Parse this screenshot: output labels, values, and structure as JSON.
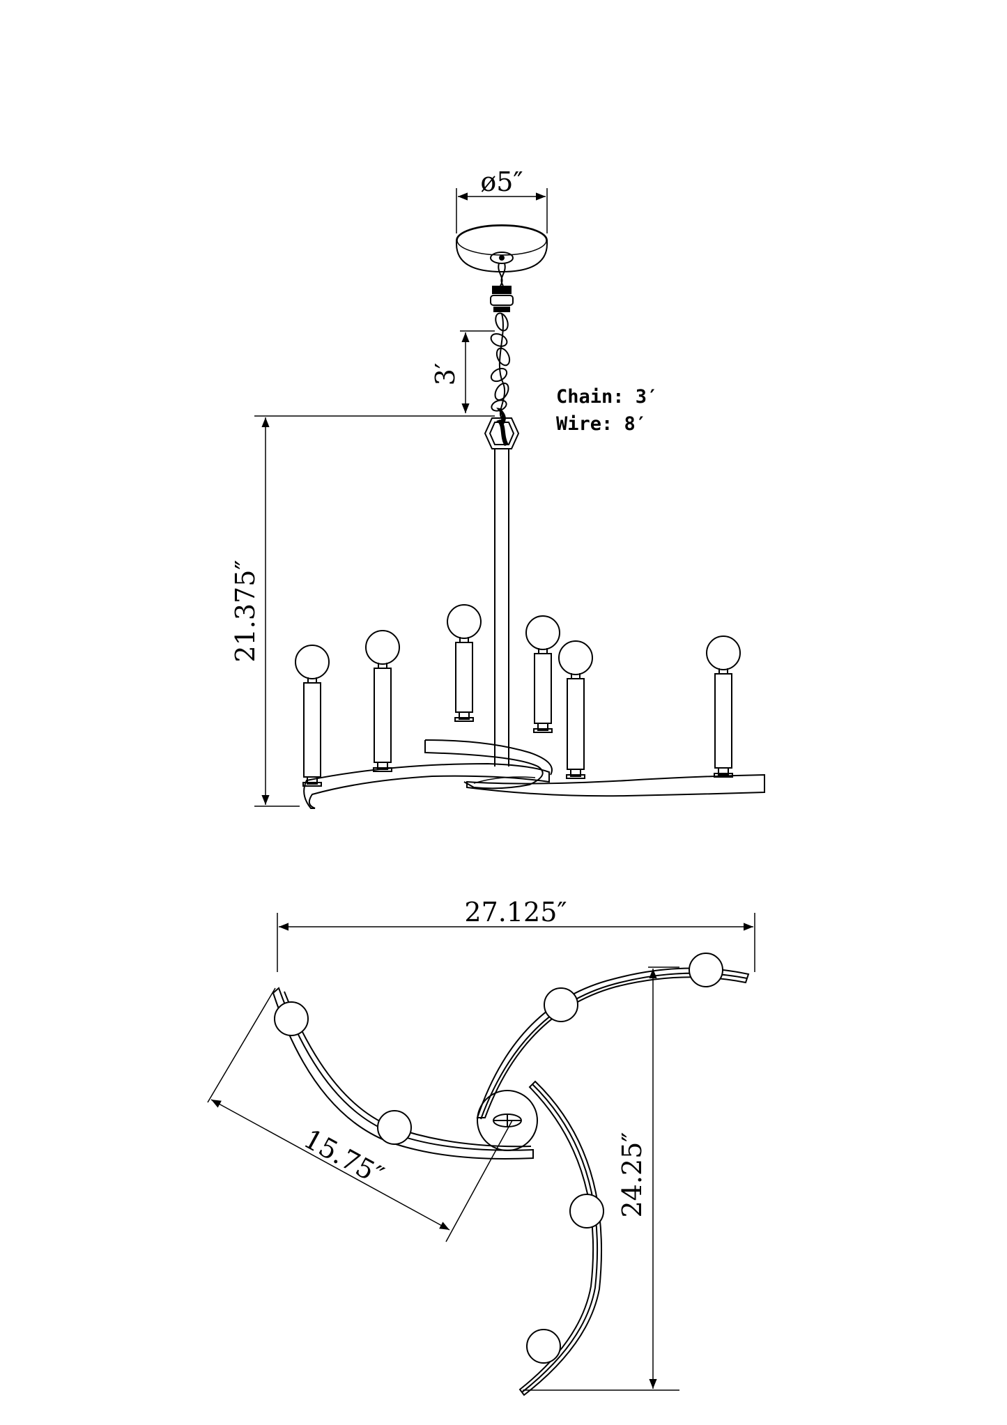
{
  "dimensions": {
    "canopy_diameter": "ø5″",
    "chain_length": "3′",
    "fixture_height": "21.375″",
    "overall_width": "27.125″",
    "overall_depth": "24.25″",
    "arm_length": "15.75″"
  },
  "notes": {
    "chain": "Chain: 3′",
    "wire": "Wire: 8′"
  },
  "colors": {
    "line": "#000000",
    "background": "#ffffff"
  }
}
